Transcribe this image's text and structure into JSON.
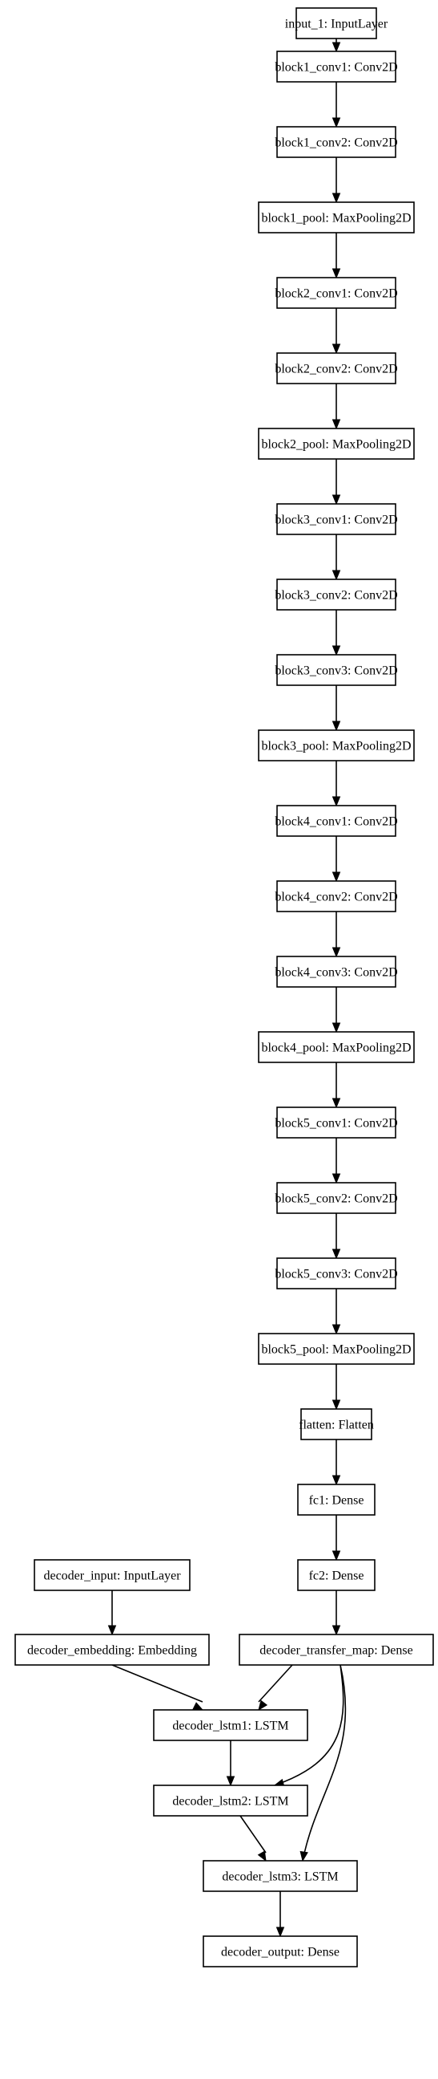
{
  "nodes": [
    {
      "id": "input_1",
      "label": "input_1: InputLayer"
    },
    {
      "id": "block1_conv1",
      "label": "block1_conv1: Conv2D"
    },
    {
      "id": "block1_conv2",
      "label": "block1_conv2: Conv2D"
    },
    {
      "id": "block1_pool",
      "label": "block1_pool: MaxPooling2D"
    },
    {
      "id": "block2_conv1",
      "label": "block2_conv1: Conv2D"
    },
    {
      "id": "block2_conv2",
      "label": "block2_conv2: Conv2D"
    },
    {
      "id": "block2_pool",
      "label": "block2_pool: MaxPooling2D"
    },
    {
      "id": "block3_conv1",
      "label": "block3_conv1: Conv2D"
    },
    {
      "id": "block3_conv2",
      "label": "block3_conv2: Conv2D"
    },
    {
      "id": "block3_conv3",
      "label": "block3_conv3: Conv2D"
    },
    {
      "id": "block3_pool",
      "label": "block3_pool: MaxPooling2D"
    },
    {
      "id": "block4_conv1",
      "label": "block4_conv1: Conv2D"
    },
    {
      "id": "block4_conv2",
      "label": "block4_conv2: Conv2D"
    },
    {
      "id": "block4_conv3",
      "label": "block4_conv3: Conv2D"
    },
    {
      "id": "block4_pool",
      "label": "block4_pool: MaxPooling2D"
    },
    {
      "id": "block5_conv1",
      "label": "block5_conv1: Conv2D"
    },
    {
      "id": "block5_conv2",
      "label": "block5_conv2: Conv2D"
    },
    {
      "id": "block5_conv3",
      "label": "block5_conv3: Conv2D"
    },
    {
      "id": "block5_pool",
      "label": "block5_pool: MaxPooling2D"
    },
    {
      "id": "flatten",
      "label": "flatten: Flatten"
    },
    {
      "id": "fc1",
      "label": "fc1: Dense"
    },
    {
      "id": "fc2",
      "label": "fc2: Dense"
    },
    {
      "id": "decoder_input",
      "label": "decoder_input: InputLayer"
    },
    {
      "id": "decoder_embedding",
      "label": "decoder_embedding: Embedding"
    },
    {
      "id": "decoder_transfer_map",
      "label": "decoder_transfer_map: Dense"
    },
    {
      "id": "decoder_lstm1",
      "label": "decoder_lstm1: LSTM"
    },
    {
      "id": "decoder_lstm2",
      "label": "decoder_lstm2: LSTM"
    },
    {
      "id": "decoder_lstm3",
      "label": "decoder_lstm3: LSTM"
    },
    {
      "id": "decoder_output",
      "label": "decoder_output: Dense"
    }
  ],
  "edges": [
    {
      "from": "input_1",
      "to": "block1_conv1"
    },
    {
      "from": "block1_conv1",
      "to": "block1_conv2"
    },
    {
      "from": "block1_conv2",
      "to": "block1_pool"
    },
    {
      "from": "block1_pool",
      "to": "block2_conv1"
    },
    {
      "from": "block2_conv1",
      "to": "block2_conv2"
    },
    {
      "from": "block2_conv2",
      "to": "block2_pool"
    },
    {
      "from": "block2_pool",
      "to": "block3_conv1"
    },
    {
      "from": "block3_conv1",
      "to": "block3_conv2"
    },
    {
      "from": "block3_conv2",
      "to": "block3_conv3"
    },
    {
      "from": "block3_conv3",
      "to": "block3_pool"
    },
    {
      "from": "block3_pool",
      "to": "block4_conv1"
    },
    {
      "from": "block4_conv1",
      "to": "block4_conv2"
    },
    {
      "from": "block4_conv2",
      "to": "block4_conv3"
    },
    {
      "from": "block4_conv3",
      "to": "block4_pool"
    },
    {
      "from": "block4_pool",
      "to": "block5_conv1"
    },
    {
      "from": "block5_conv1",
      "to": "block5_conv2"
    },
    {
      "from": "block5_conv2",
      "to": "block5_conv3"
    },
    {
      "from": "block5_conv3",
      "to": "block5_pool"
    },
    {
      "from": "block5_pool",
      "to": "flatten"
    },
    {
      "from": "flatten",
      "to": "fc1"
    },
    {
      "from": "fc1",
      "to": "fc2"
    },
    {
      "from": "fc2",
      "to": "decoder_transfer_map"
    },
    {
      "from": "decoder_input",
      "to": "decoder_embedding"
    },
    {
      "from": "decoder_embedding",
      "to": "decoder_lstm1"
    },
    {
      "from": "decoder_transfer_map",
      "to": "decoder_lstm1"
    },
    {
      "from": "decoder_lstm1",
      "to": "decoder_lstm2"
    },
    {
      "from": "decoder_transfer_map",
      "to": "decoder_lstm2"
    },
    {
      "from": "decoder_lstm2",
      "to": "decoder_lstm3"
    },
    {
      "from": "decoder_transfer_map",
      "to": "decoder_lstm3"
    },
    {
      "from": "decoder_lstm3",
      "to": "decoder_output"
    }
  ]
}
